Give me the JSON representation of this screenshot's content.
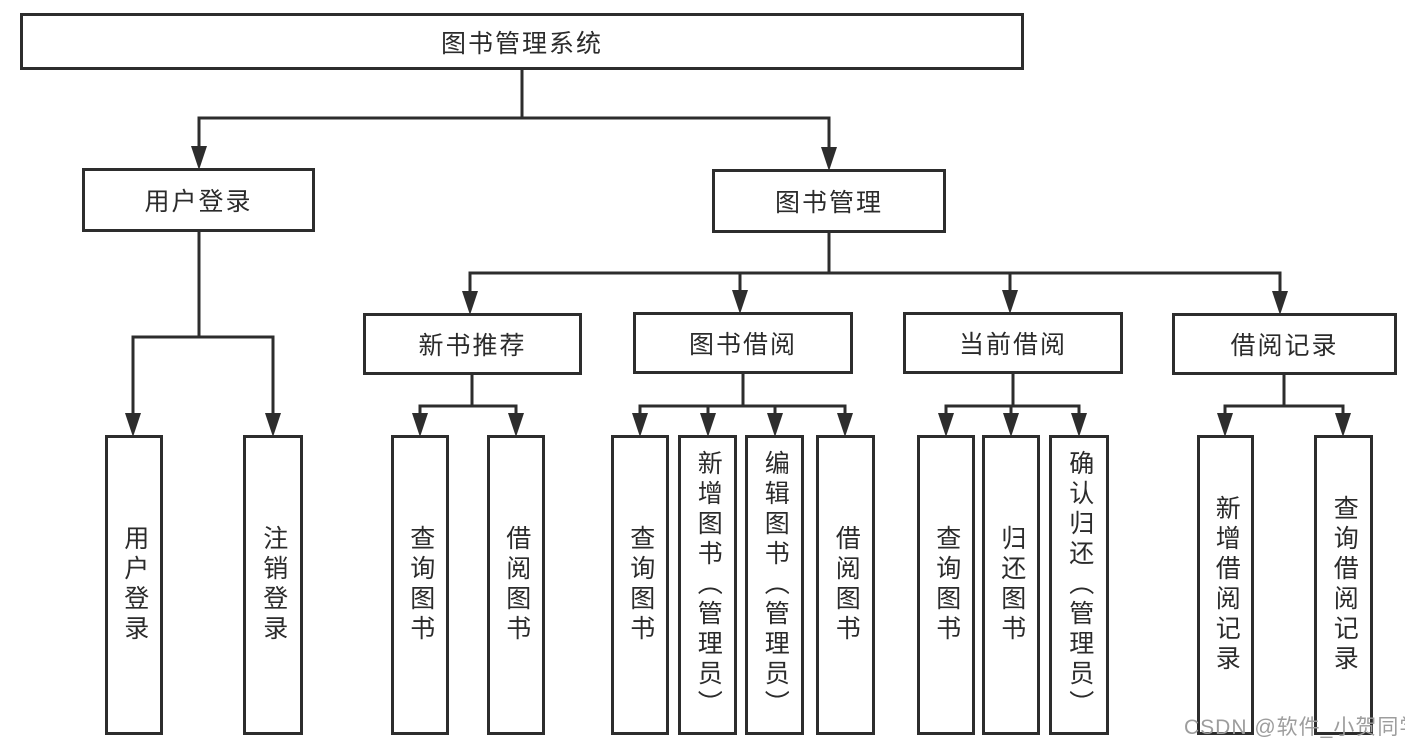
{
  "diagram": {
    "root": {
      "label": "图书管理系统"
    },
    "user_login": {
      "label": "用户登录",
      "children": {
        "login": {
          "label": "用户登录"
        },
        "logout": {
          "label": "注销登录"
        }
      }
    },
    "book_management": {
      "label": "图书管理",
      "children": {
        "new_book_recommend": {
          "label": "新书推荐",
          "children": {
            "query_books": {
              "label": "查询图书"
            },
            "borrow_books": {
              "label": "借阅图书"
            }
          }
        },
        "book_borrowing": {
          "label": "图书借阅",
          "children": {
            "query_books": {
              "label": "查询图书"
            },
            "add_books_admin": {
              "label": "新增图书（管理员）"
            },
            "edit_books_admin": {
              "label": "编辑图书（管理员）"
            },
            "borrow_books": {
              "label": "借阅图书"
            }
          }
        },
        "current_borrowing": {
          "label": "当前借阅",
          "children": {
            "query_books": {
              "label": "查询图书"
            },
            "return_books": {
              "label": "归还图书"
            },
            "confirm_return_admin": {
              "label": "确认归还（管理员）"
            }
          }
        },
        "borrowing_records": {
          "label": "借阅记录",
          "children": {
            "add_borrow_record": {
              "label": "新增借阅记录"
            },
            "query_borrow_record": {
              "label": "查询借阅记录"
            }
          }
        }
      }
    },
    "watermark": "CSDN @软件_小贺同学",
    "colors": {
      "line": "#2d2d2d",
      "text": "#2b2b2b",
      "watermark": "#9d9d9d",
      "background": "#ffffff"
    }
  }
}
